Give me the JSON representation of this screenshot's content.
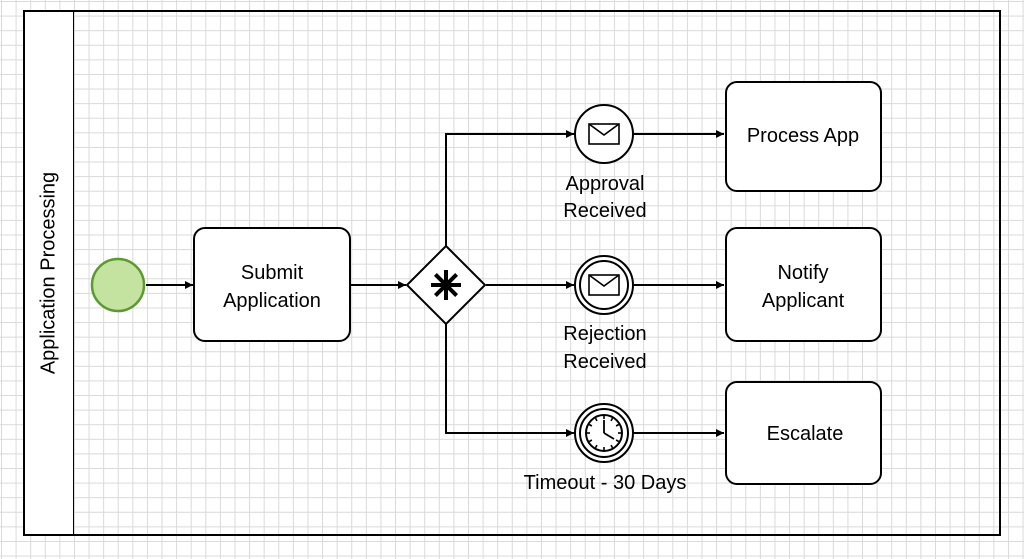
{
  "pool": {
    "label": "Application Processing"
  },
  "start_event": {
    "label": "",
    "fill": "#c5e3a0",
    "stroke": "#5a9a2e"
  },
  "tasks": {
    "submit": {
      "line1": "Submit",
      "line2": "Application"
    },
    "process": {
      "line1": "Process App"
    },
    "notify": {
      "line1": "Notify",
      "line2": "Applicant"
    },
    "escalate": {
      "line1": "Escalate"
    }
  },
  "gateway": {
    "type": "event-based parallel",
    "icon": "asterisk-icon"
  },
  "events": {
    "approval": {
      "line1": "Approval",
      "line2": "Received",
      "icon": "envelope-icon",
      "kind": "message"
    },
    "rejection": {
      "line1": "Rejection",
      "line2": "Received",
      "icon": "envelope-icon",
      "kind": "message-intermediate"
    },
    "timeout": {
      "line1": "Timeout - 30 Days",
      "icon": "clock-icon",
      "kind": "timer"
    }
  }
}
